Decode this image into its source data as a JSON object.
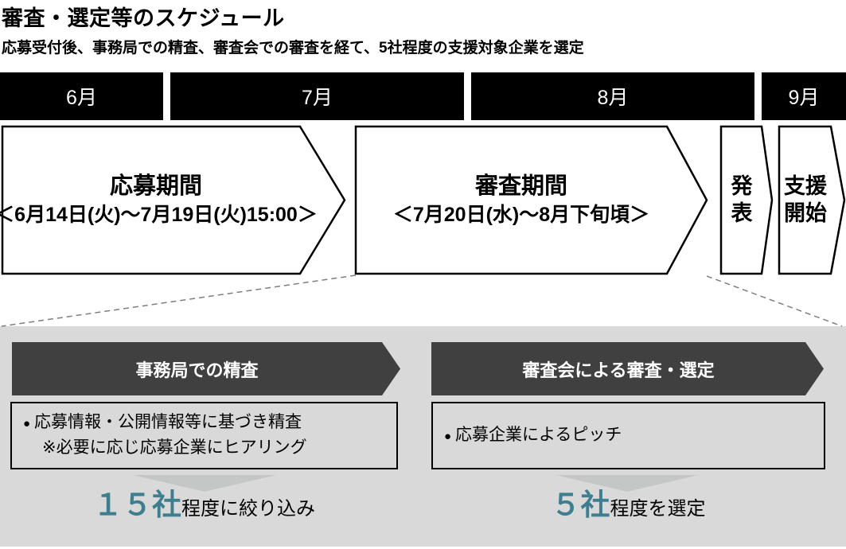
{
  "title": "審査・選定等のスケジュール",
  "subtitle": "応募受付後、事務局での精査、審査会での審査を経て、5社程度の支援対象企業を選定",
  "timeline": {
    "months": [
      {
        "label": "6月"
      },
      {
        "label": "7月"
      },
      {
        "label": "8月"
      },
      {
        "label": "9月"
      }
    ],
    "phases": [
      {
        "name": "応募期間",
        "period": "＜6月14日(火)～7月19日(火)15:00＞"
      },
      {
        "name": "審査期間",
        "period": "＜7月20日(水)～8月下旬頃＞"
      },
      {
        "name": "発表"
      },
      {
        "name": "支援開始"
      }
    ]
  },
  "detail_steps": [
    {
      "header": "事務局での精査",
      "bullet": "応募情報・公開情報等に基づき精査",
      "note": "※必要に応じ応募企業にヒアリング",
      "result_highlight": "１５社",
      "result_rest": "程度に絞り込み"
    },
    {
      "header": "審査会による審査・選定",
      "bullet": "応募企業によるピッチ",
      "result_highlight": "５社",
      "result_rest": "程度を選定"
    }
  ],
  "icons": {
    "bullet": "●"
  },
  "colors": {
    "month_bar": "#000000",
    "panel_background": "#d9d9d9",
    "header_arrow": "#404040",
    "down_triangle": "#c4c7c6",
    "highlight_teal": "#3e7e8e",
    "dashed_line": "#7f7f7f"
  }
}
